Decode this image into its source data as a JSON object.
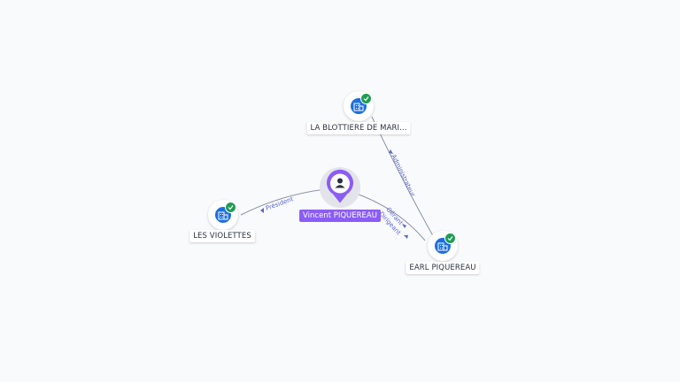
{
  "graph": {
    "person": {
      "name": "Vincent PIQUEREAU",
      "icon": "person-icon",
      "color": "#8b5cf6"
    },
    "companies": {
      "blottiere": {
        "name": "LA BLOTTIERE DE MARI...",
        "icon": "building-icon",
        "status": "verified"
      },
      "violettes": {
        "name": "LES VIOLETTES",
        "icon": "building-icon",
        "status": "verified"
      },
      "earl": {
        "name": "EARL PIQUEREAU",
        "icon": "building-icon",
        "status": "verified"
      }
    },
    "edges": {
      "president": "Président",
      "administrateur": "Administrateur",
      "gerant_line1": "Gérant",
      "gerant_line2": "Dirigeant"
    }
  }
}
